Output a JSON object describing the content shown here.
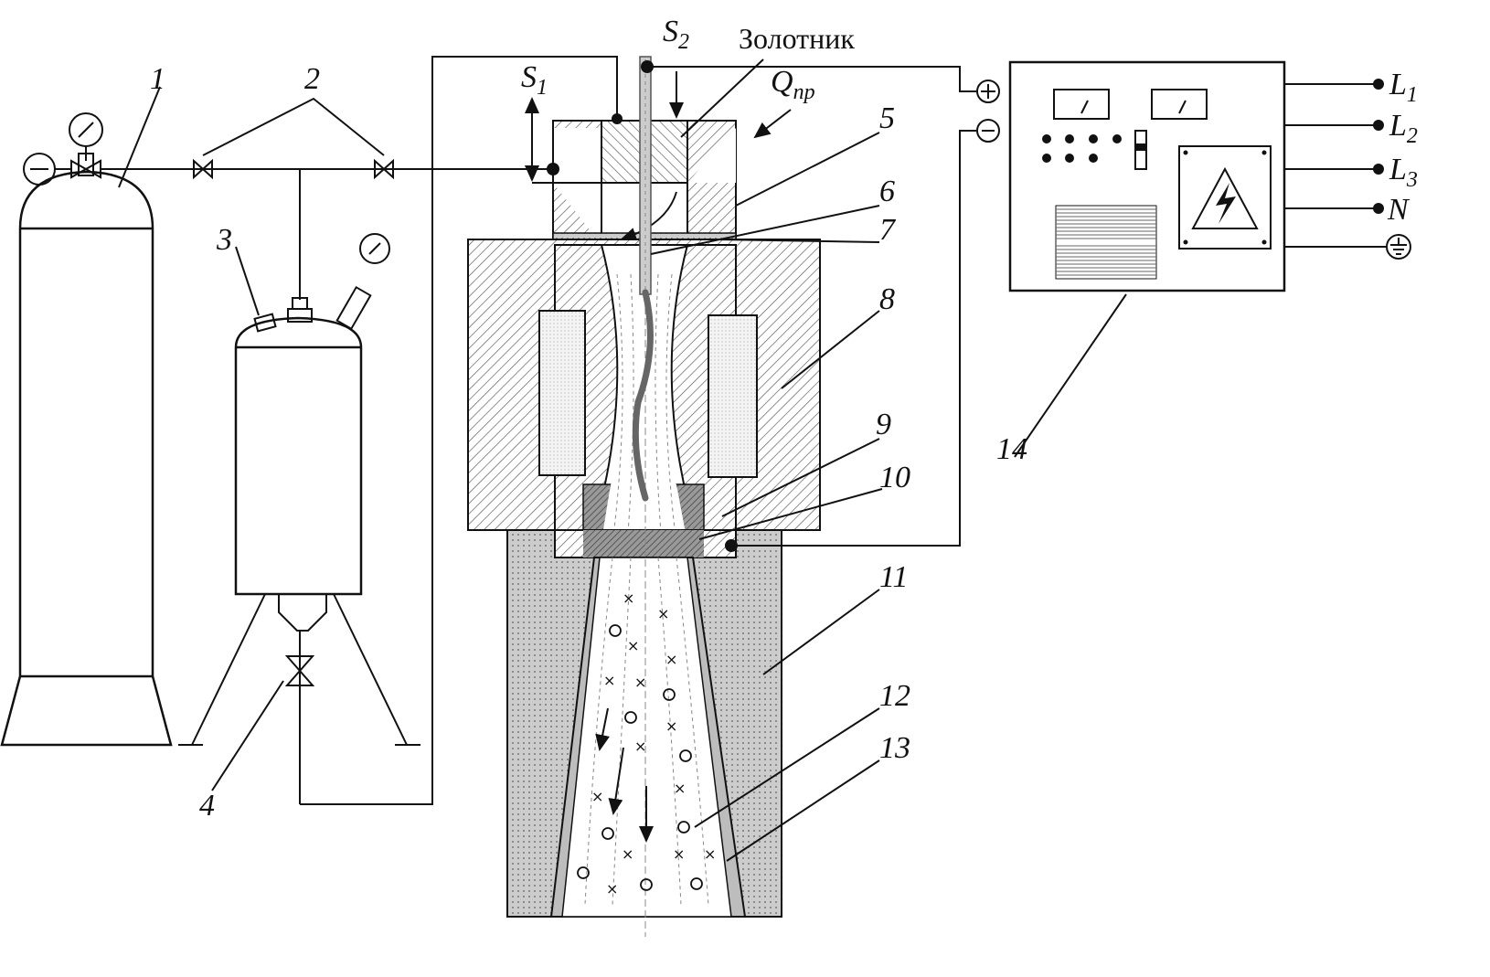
{
  "labels": {
    "n1": "1",
    "n2": "2",
    "n3": "3",
    "n4": "4",
    "n5": "5",
    "n6": "6",
    "n7": "7",
    "n8": "8",
    "n9": "9",
    "n10": "10",
    "n11": "11",
    "n12": "12",
    "n13": "13",
    "n14": "14",
    "s1": "S",
    "s1_sub": "1",
    "s2": "S",
    "s2_sub": "2",
    "spool": "Золотник",
    "q": "Q",
    "q_sub": "пр",
    "plus": "+",
    "minus": "−",
    "l1": "L",
    "l1_sub": "1",
    "l2": "L",
    "l2_sub": "2",
    "l3": "L",
    "l3_sub": "3",
    "n": "N"
  },
  "icons": {
    "ground": "ground-icon",
    "high_voltage": "high-voltage-icon",
    "gauge": "pressure-gauge-icon",
    "valve": "valve-icon"
  },
  "colors": {
    "line": "#111111",
    "liner": "#bdbdbd",
    "coil": "#eeeeee",
    "wire": "#666666"
  }
}
